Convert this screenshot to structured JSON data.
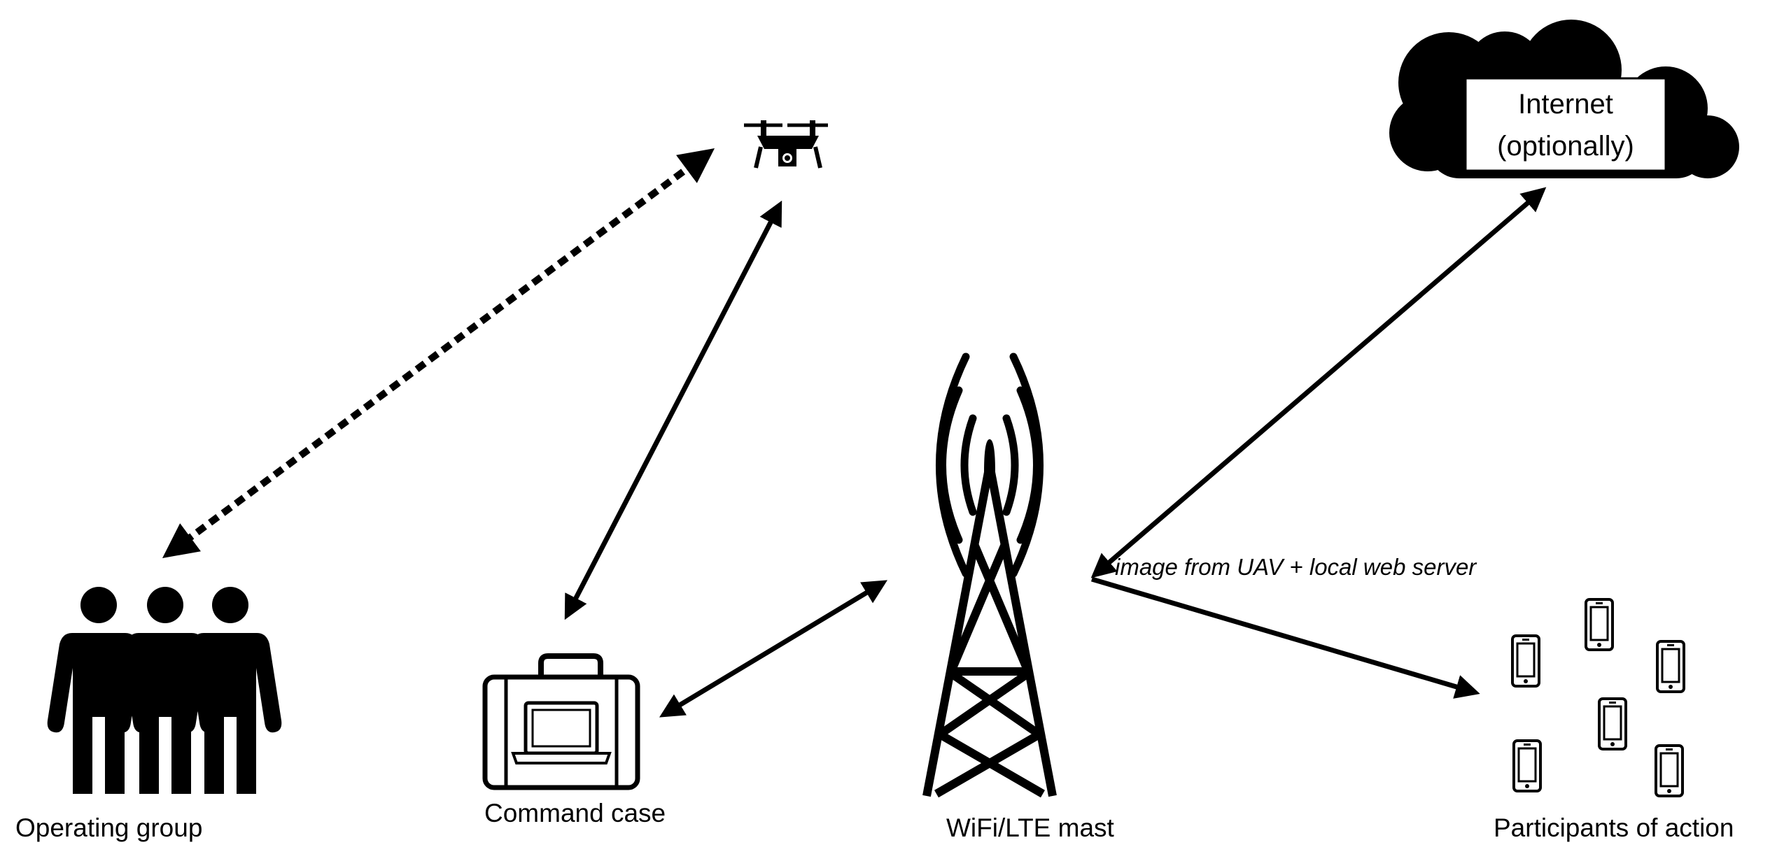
{
  "labels": {
    "operating_group": "Operating group",
    "command_case": "Command case",
    "mast": "WiFi/LTE mast",
    "participants": "Participants of action",
    "internet_line1": "Internet",
    "internet_line2": "(optionally)",
    "flow": "image from UAV + local web server"
  },
  "colors": {
    "ink": "#000000",
    "background": "#ffffff"
  },
  "icons": [
    "drone-icon",
    "people-group-icon",
    "command-case-icon",
    "radio-mast-icon",
    "cloud-icon",
    "smartphone-icon"
  ]
}
